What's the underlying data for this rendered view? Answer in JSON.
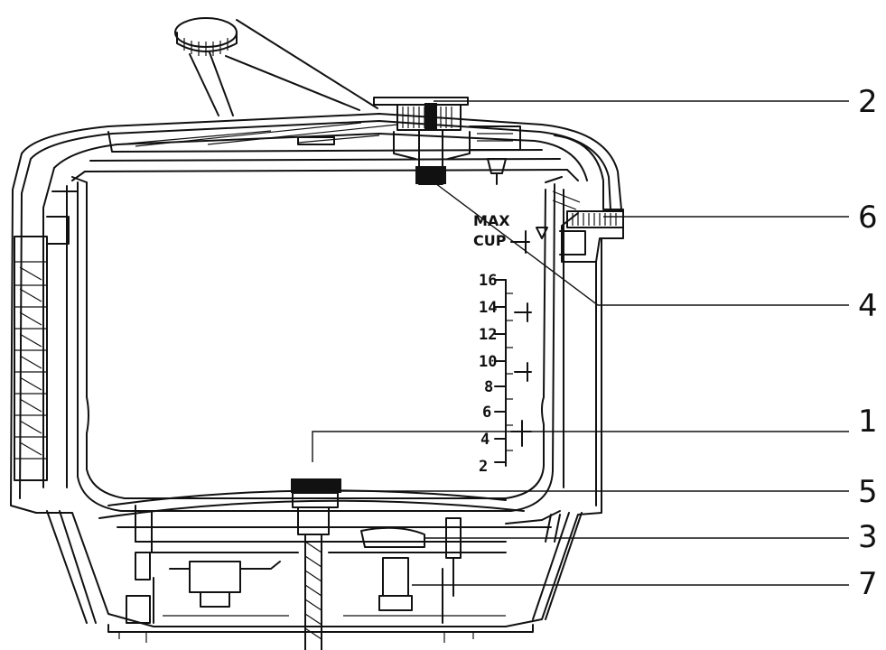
{
  "callouts": [
    {
      "id": "2",
      "label": "2"
    },
    {
      "id": "6",
      "label": "6"
    },
    {
      "id": "4",
      "label": "4"
    },
    {
      "id": "1",
      "label": "1"
    },
    {
      "id": "5",
      "label": "5"
    },
    {
      "id": "3",
      "label": "3"
    },
    {
      "id": "7",
      "label": "7"
    }
  ],
  "inner_pot_markings": {
    "max_line_1": "MAX",
    "max_line_2": "CUP",
    "scale": [
      "16",
      "14",
      "12",
      "10",
      "8",
      "6",
      "4",
      "2"
    ]
  }
}
